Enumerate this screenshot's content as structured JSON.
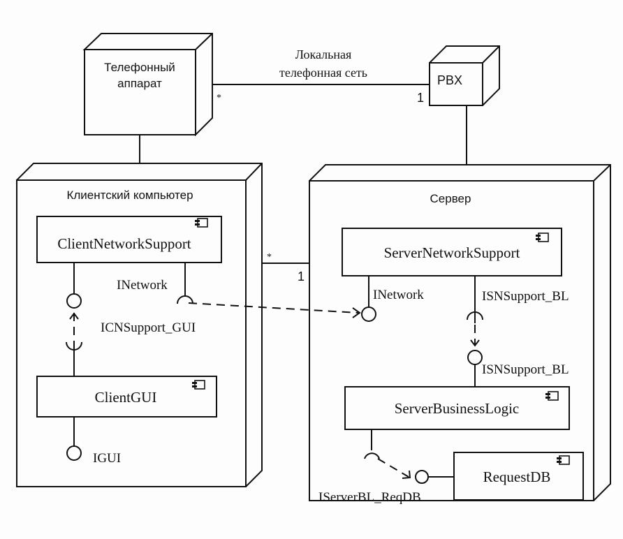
{
  "diagram": {
    "type": "UML deployment diagram",
    "nodes": {
      "phone": {
        "label_line1": "Телефонный",
        "label_line2": "аппарат"
      },
      "pbx": {
        "label": "PBX"
      },
      "client": {
        "label": "Клиентский компьютер"
      },
      "server": {
        "label": "Сервер"
      }
    },
    "associations": {
      "phone_pbx": {
        "label_line1": "Локальная",
        "label_line2": "телефонная сеть",
        "mult_phone": "*",
        "mult_pbx": "1"
      },
      "client_server": {
        "mult_client": "*",
        "mult_server": "1"
      }
    },
    "components": {
      "client_network_support": "ClientNetworkSupport",
      "client_gui": "ClientGUI",
      "server_network_support": "ServerNetworkSupport",
      "server_business_logic": "ServerBusinessLogic",
      "request_db": "RequestDB"
    },
    "interfaces": {
      "client_inetwork": "INetwork",
      "icnsupport_gui": "ICNSupport_GUI",
      "igui": "IGUI",
      "server_inetwork": "INetwork",
      "isnsupport_bl_required": "ISNSupport_BL",
      "isnsupport_bl_provided": "ISNSupport_BL",
      "iserverbl_reqdb": "IServerBL_ReqDB"
    }
  }
}
